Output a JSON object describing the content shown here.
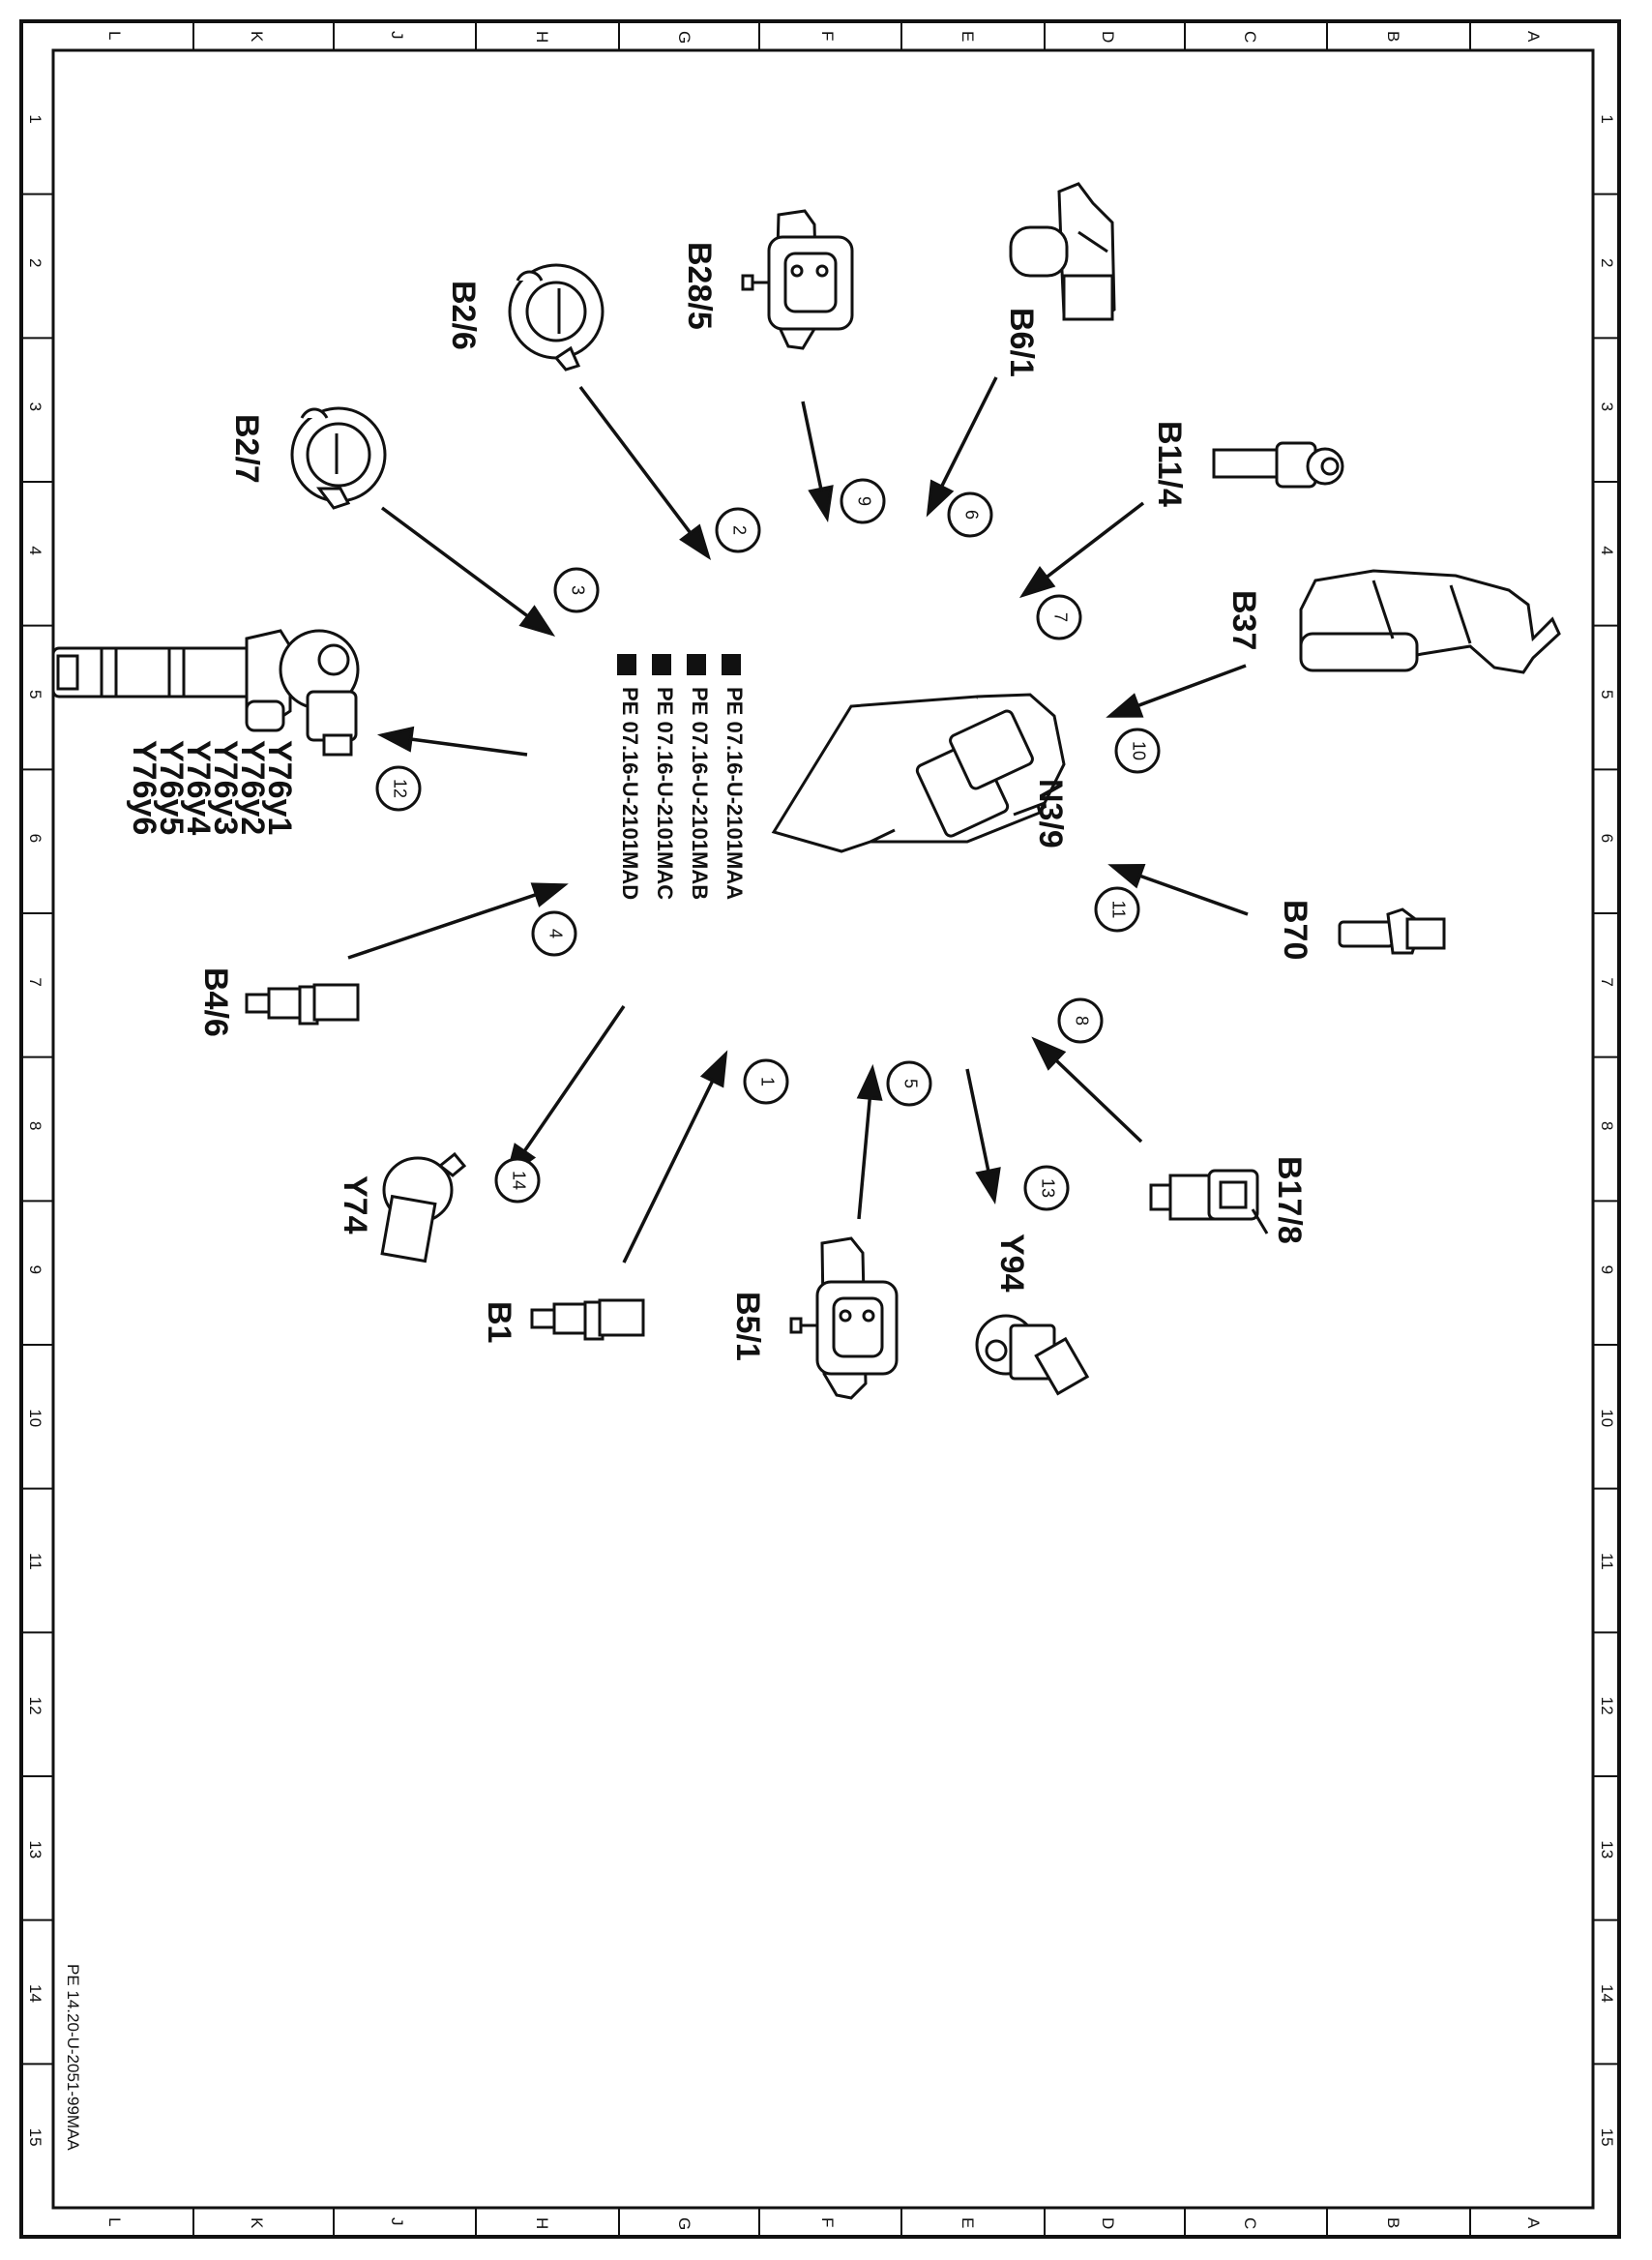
{
  "sheet_code": "PE 14.20-U-2051-99MAA",
  "columns": [
    "L",
    "K",
    "J",
    "H",
    "G",
    "F",
    "E",
    "D",
    "C",
    "B",
    "A"
  ],
  "rows": [
    "1",
    "2",
    "3",
    "4",
    "5",
    "6",
    "7",
    "8",
    "9",
    "10",
    "11",
    "12",
    "13",
    "14",
    "15"
  ],
  "center_unit": "N3/9",
  "references": [
    "PE 07.16-U-2101MAA",
    "PE 07.16-U-2101MAB",
    "PE 07.16-U-2101MAC",
    "PE 07.16-U-2101MAD"
  ],
  "components": {
    "b28_5": "B28/5",
    "b6_1": "B6/1",
    "b2_6": "B2/6",
    "b2_7": "B2/7",
    "b11_4": "B11/4",
    "b37": "B37",
    "y76": [
      "Y76y1",
      "Y76y2",
      "Y76y3",
      "Y76y4",
      "Y76y5",
      "Y76y6"
    ],
    "b70": "B70",
    "b4_6": "B4/6",
    "b17_8": "B17/8",
    "y74": "Y74",
    "y94": "Y94",
    "b5_1": "B5/1",
    "b1": "B1"
  },
  "callouts": [
    "1",
    "2",
    "3",
    "4",
    "5",
    "6",
    "7",
    "8",
    "9",
    "10",
    "11",
    "12",
    "13",
    "14"
  ]
}
